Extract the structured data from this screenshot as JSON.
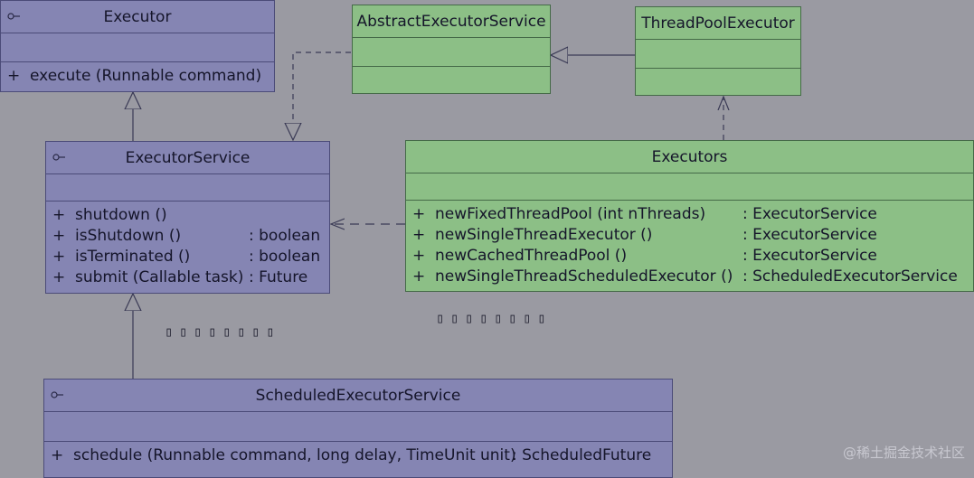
{
  "classes": {
    "executor": {
      "name": "Executor",
      "ops": [
        {
          "vis": "+",
          "name": "execute (Runnable command)",
          "ret": ""
        }
      ]
    },
    "executor_service": {
      "name": "ExecutorService",
      "ops": [
        {
          "vis": "+",
          "name": "shutdown ()",
          "ret": ""
        },
        {
          "vis": "+",
          "name": "isShutdown ()",
          "ret": ": boolean"
        },
        {
          "vis": "+",
          "name": "isTerminated ()",
          "ret": ": boolean"
        },
        {
          "vis": "+",
          "name": "submit (Callable task)",
          "ret": ": Future"
        }
      ]
    },
    "abstract_executor_service": {
      "name": "AbstractExecutorService"
    },
    "thread_pool_executor": {
      "name": "ThreadPoolExecutor"
    },
    "executors": {
      "name": "Executors",
      "ops": [
        {
          "vis": "+",
          "name": "newFixedThreadPool (int nThreads)",
          "ret": ": ExecutorService"
        },
        {
          "vis": "+",
          "name": "newSingleThreadExecutor ()",
          "ret": ": ExecutorService"
        },
        {
          "vis": "+",
          "name": "newCachedThreadPool ()",
          "ret": ": ExecutorService"
        },
        {
          "vis": "+",
          "name": "newSingleThreadScheduledExecutor ()",
          "ret": ": ScheduledExecutorService"
        }
      ]
    },
    "scheduled_executor_service": {
      "name": "ScheduledExecutorService",
      "ops": [
        {
          "vis": "+",
          "name": "schedule (Runnable command, long delay, TimeUnit unit)",
          "ret": ": ScheduledFuture"
        }
      ]
    }
  },
  "garbled_text_1": "▯▯▯▯▯▯▯▯",
  "garbled_text_2": "▯▯▯▯▯▯▯▯",
  "watermark": "@稀土掘金技术社区",
  "colors": {
    "interface_fill": "#8585b3",
    "class_fill": "#8cbf86",
    "background": "#9a9aa2",
    "connector": "#3a3a55"
  }
}
